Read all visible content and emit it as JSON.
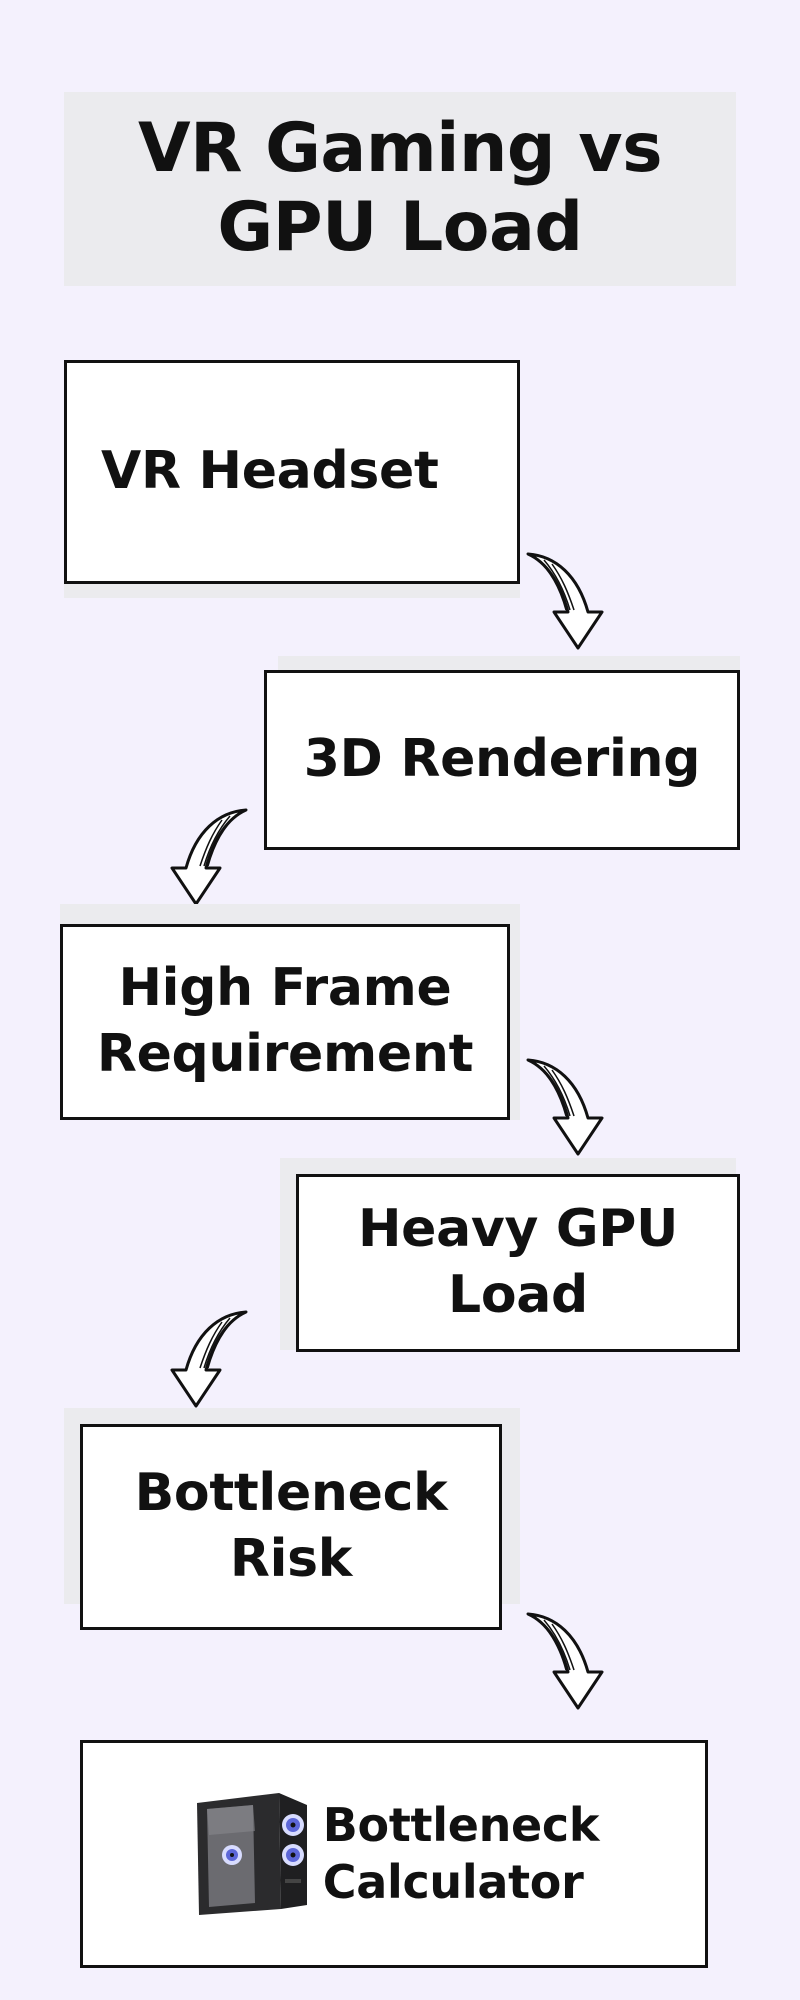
{
  "title": "VR Gaming vs GPU Load",
  "steps": [
    {
      "label": "VR Headset"
    },
    {
      "label": "3D Rendering"
    },
    {
      "label": "High Frame\nRequirement"
    },
    {
      "label": "Heavy  GPU\nLoad"
    },
    {
      "label": "Bottleneck\nRisk"
    }
  ],
  "logo": {
    "line1": "Bottleneck",
    "line2": "Calculator",
    "icon": "pc-case-icon"
  },
  "colors": {
    "background": "#f4f1fd",
    "panel": "#ebebee",
    "box": "#ffffff",
    "border": "#111111",
    "fan": "#5d67d8"
  }
}
